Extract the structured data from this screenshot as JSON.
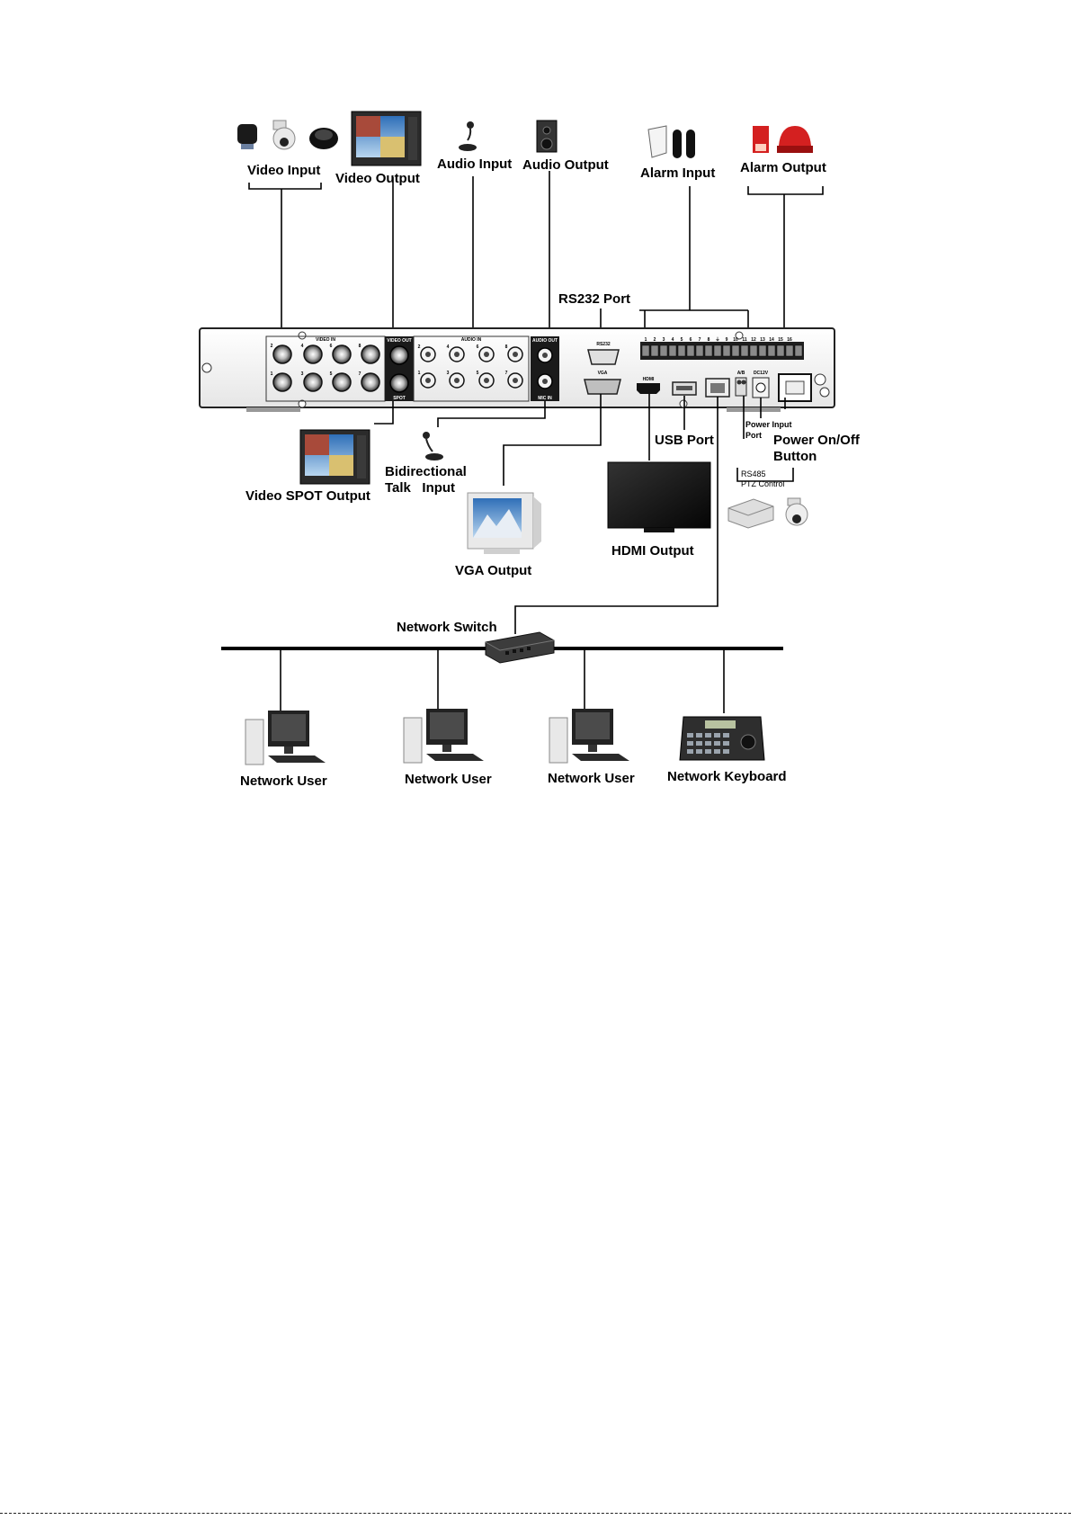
{
  "labels": {
    "video_input": "Video Input",
    "video_output": "Video Output",
    "audio_input": "Audio Input",
    "audio_output": "Audio Output",
    "alarm_input": "Alarm Input",
    "alarm_output": "Alarm Output",
    "rs232_port": "RS232 Port",
    "video_spot_output": "Video SPOT Output",
    "bidirectional_talk_1": "Bidirectional",
    "bidirectional_talk_2": "Talk   Input",
    "vga_output": "VGA Output",
    "hdmi_output": "HDMI Output",
    "usb_port": "USB Port",
    "power_input_1": "Power Input",
    "power_input_2": "Port",
    "power_button_1": "Power On/Off",
    "power_button_2": "Button",
    "rs485_1": "RS485",
    "rs485_2": "PTZ Control",
    "network_switch": "Network Switch",
    "network_user_1": "Network User",
    "network_user_2": "Network User",
    "network_user_3": "Network User",
    "network_keyboard": "Network Keyboard"
  },
  "panel": {
    "video_in": "VIDEO IN",
    "video_out": "VIDEO OUT",
    "spot": "SPOT",
    "audio_in": "AUDIO IN",
    "audio_out": "AUDIO OUT",
    "mic_in": "MIC IN",
    "rs232": "RS232",
    "vga": "VGA",
    "hdmi": "HDMI",
    "ab": "A/B",
    "dc12v": "DC12V",
    "video_in_top_numbers": [
      "2",
      "4",
      "6",
      "8"
    ],
    "video_in_bottom_numbers": [
      "1",
      "3",
      "5",
      "7"
    ],
    "audio_in_top_numbers": [
      "2",
      "4",
      "6",
      "8"
    ],
    "audio_in_bottom_numbers": [
      "1",
      "3",
      "5",
      "7"
    ],
    "alarm_terminal_numbers": [
      "1",
      "2",
      "3",
      "4",
      "5",
      "6",
      "7",
      "8",
      "⏚",
      "9",
      "10",
      "11",
      "12",
      "13",
      "14",
      "15",
      "16"
    ]
  },
  "colors": {
    "line": "#000000",
    "panel_fill": "#f4f4f4",
    "port_dark": "#1a1a1a",
    "alarm_red": "#d42020",
    "screen_blue": "#3a5a8a"
  },
  "icons": [
    "speed-dome-camera-icon",
    "crt-monitor-icon",
    "microphone-icon",
    "speaker-icon",
    "pir-sensor-icon",
    "alarm-siren-icon",
    "lcd-tv-icon",
    "desktop-computer-icon",
    "network-switch-icon",
    "ptz-keyboard-icon",
    "ptz-decoder-icon"
  ]
}
